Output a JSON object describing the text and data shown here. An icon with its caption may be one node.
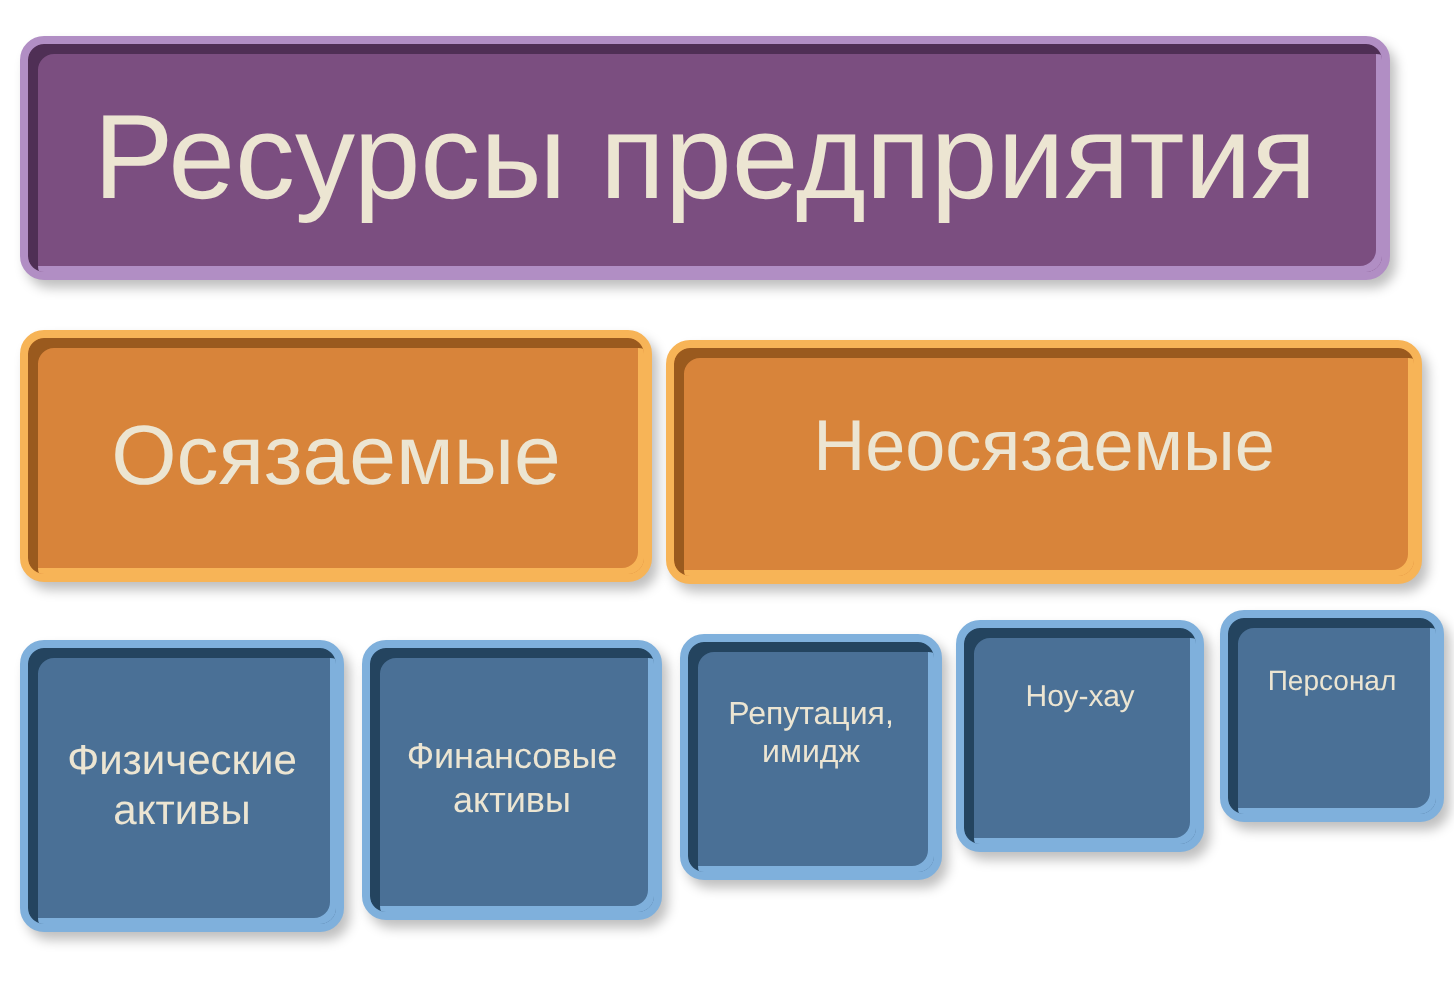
{
  "diagram": {
    "nodes": [
      {
        "text": [
          "Ресурсы предприятия"
        ]
      },
      {
        "text": [
          "Осязаемые"
        ]
      },
      {
        "text": [
          "Неосязаемые"
        ]
      },
      {
        "text": [
          "Физические активы"
        ]
      },
      {
        "text": [
          "Финансовые активы"
        ]
      },
      {
        "text": [
          "Репутация, имидж"
        ]
      },
      {
        "text": [
          "Ноу-хау"
        ]
      },
      {
        "text": [
          "Персонал"
        ]
      }
    ]
  }
}
